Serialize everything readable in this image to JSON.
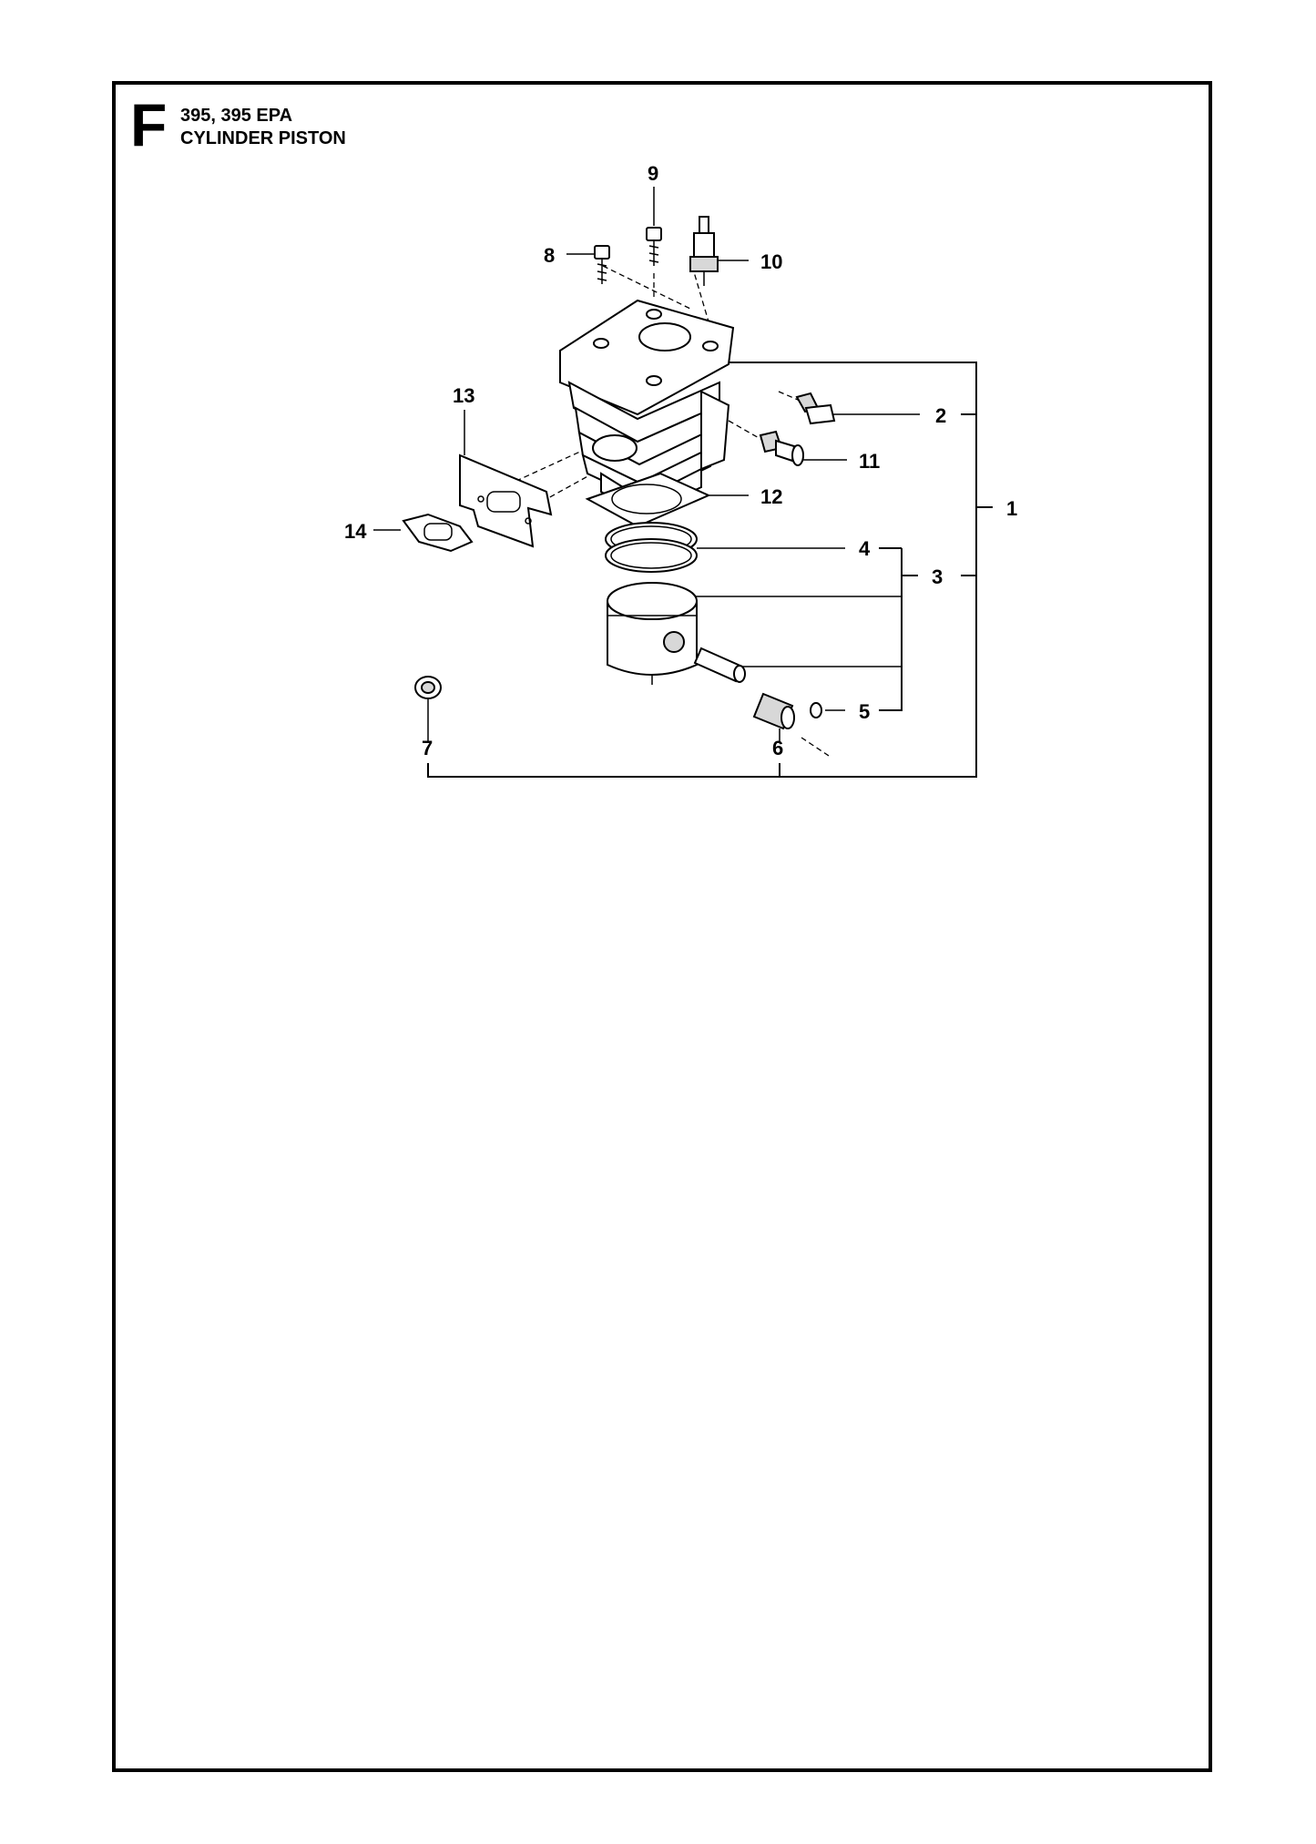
{
  "header": {
    "section_letter": "F",
    "model": "395, 395 EPA",
    "title": "CYLINDER PISTON"
  },
  "callouts": {
    "c1": "1",
    "c2": "2",
    "c3": "3",
    "c4": "4",
    "c5": "5",
    "c6": "6",
    "c7": "7",
    "c8": "8",
    "c9": "9",
    "c10": "10",
    "c11": "11",
    "c12": "12",
    "c13": "13",
    "c14": "14"
  }
}
